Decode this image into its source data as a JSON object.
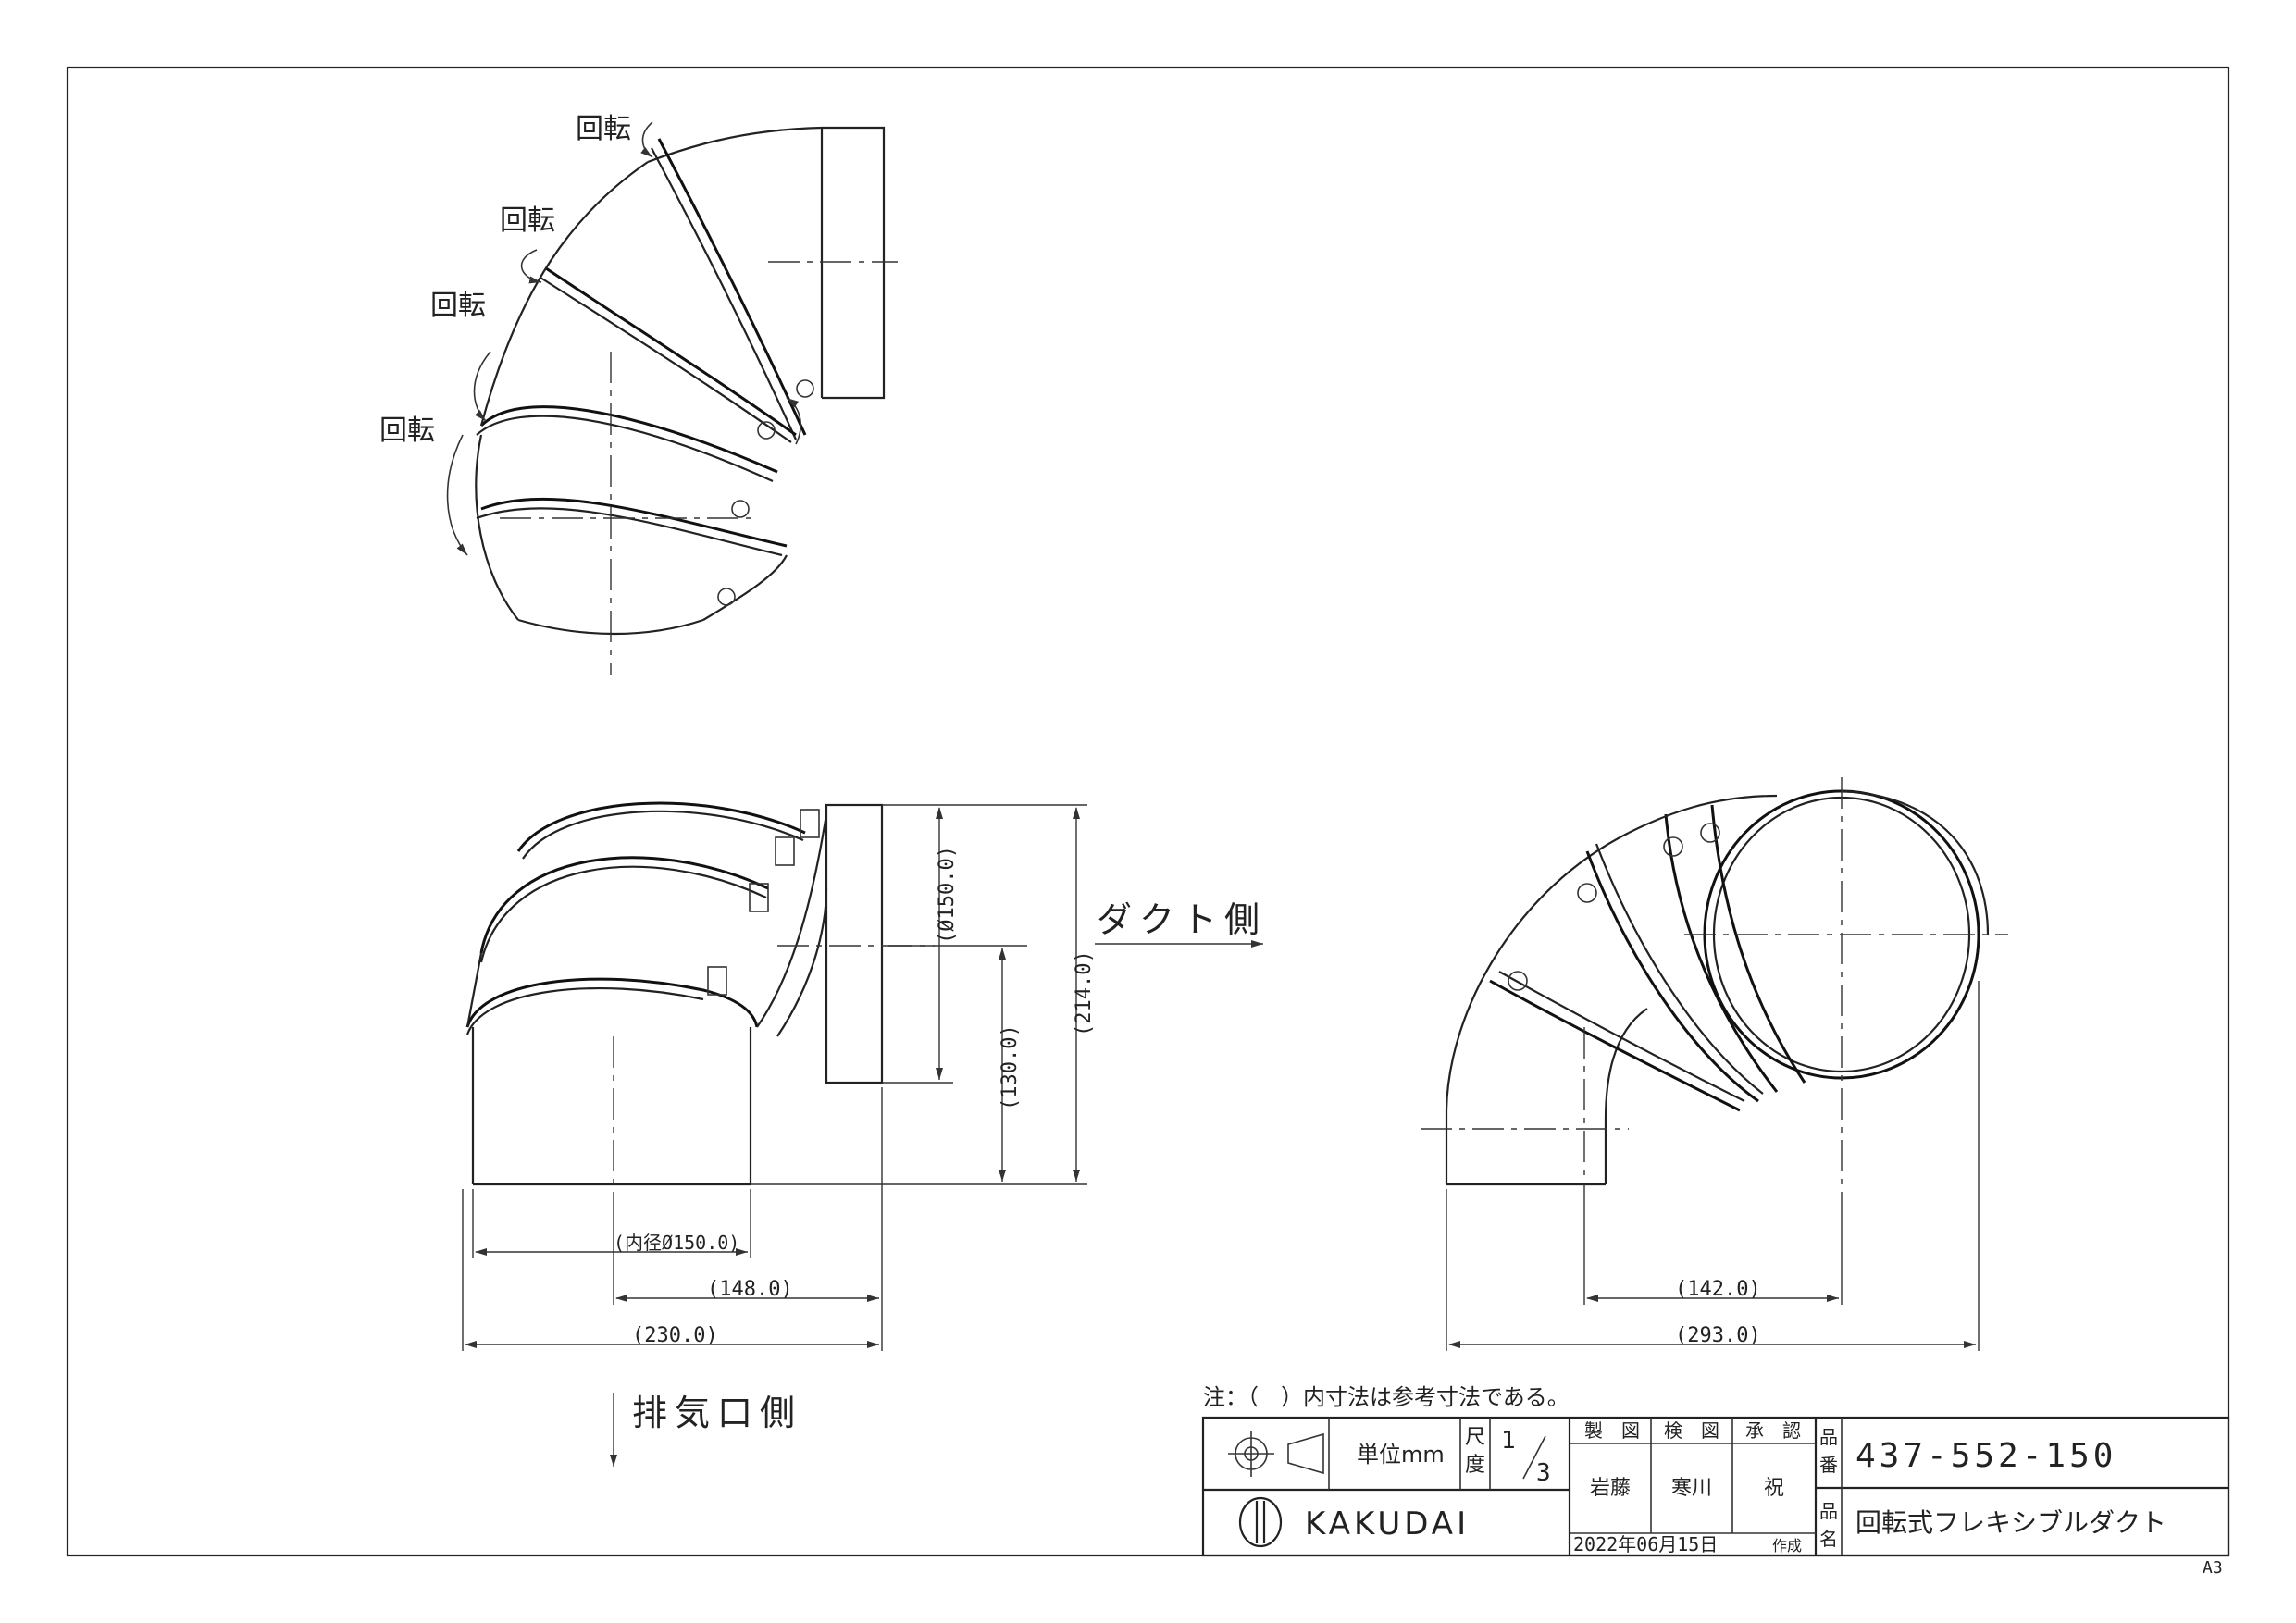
{
  "view_labels": {
    "rotate": "回転",
    "duct_side": "ダクト側",
    "exhaust_side": "排気口側"
  },
  "dimensions": {
    "d_150": "(Ø150.0)",
    "d_214": "(214.0)",
    "d_130": "(130.0)",
    "inner_150": "(内径Ø150.0)",
    "w_148": "(148.0)",
    "w_230": "(230.0)",
    "w_142": "(142.0)",
    "w_293": "(293.0)"
  },
  "note": "注：（　）内寸法は参考寸法である。",
  "title_block": {
    "unit_label": "単位mm",
    "scale_label_1": "尺",
    "scale_label_2": "度",
    "scale_num": "1",
    "scale_den": "3",
    "made_header": "製　図",
    "checked_header": "検　図",
    "approved_header": "承　認",
    "made_by": "岩藤",
    "checked_by": "寒川",
    "approved_by": "祝",
    "part_no_label_1": "品",
    "part_no_label_2": "番",
    "part_no": "437-552-150",
    "part_name_label_1": "品",
    "part_name_label_2": "名",
    "part_name": "回転式フレキシブルダクト",
    "company": "KAKUDAI",
    "date": "2022年06月15日",
    "date_suffix": "作成"
  },
  "sheet_size": "A3"
}
